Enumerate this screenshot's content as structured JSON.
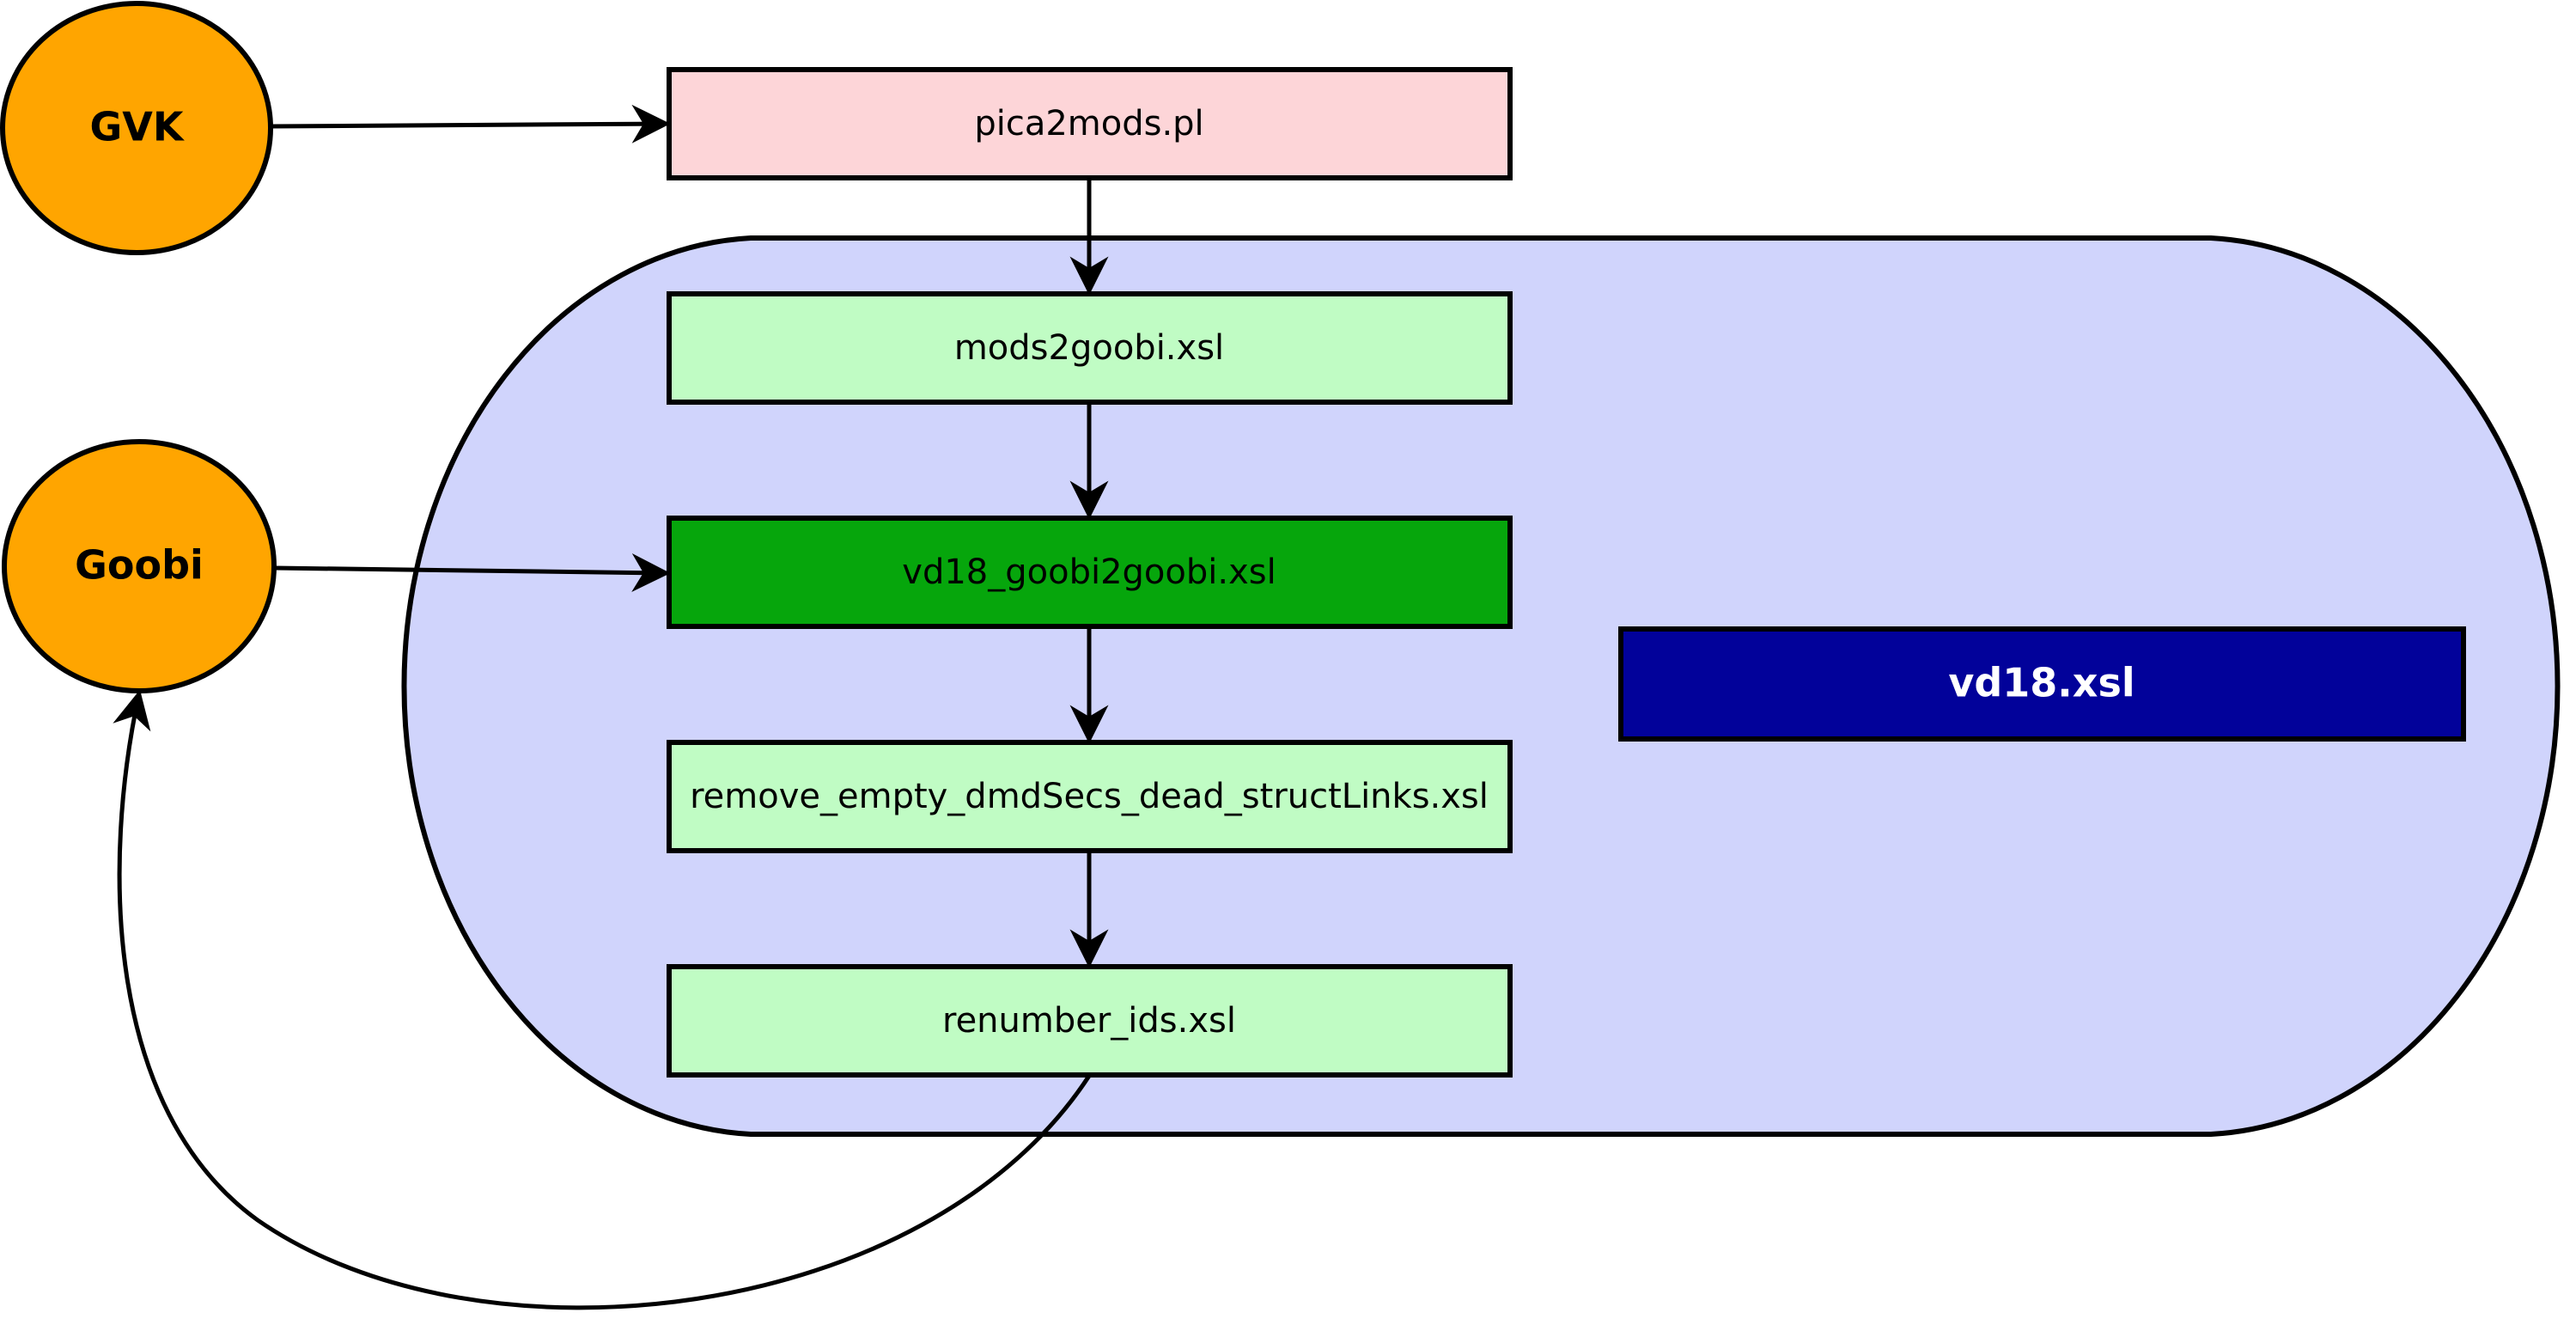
{
  "colors": {
    "container_fill": "#d0d4fc",
    "source_fill": "#ffa500",
    "perl_fill": "#fdd5d8",
    "light_step_fill": "#c0fcc4",
    "dark_step_fill": "#06a60c",
    "main_xsl_fill": "#02029a",
    "main_xsl_text": "#ffffff",
    "stroke": "#000000"
  },
  "sources": {
    "gvk": {
      "label": "GVK"
    },
    "goobi": {
      "label": "Goobi"
    }
  },
  "perl_script": {
    "label": "pica2mods.pl"
  },
  "pipeline": {
    "steps": [
      {
        "label": "mods2goobi.xsl",
        "style": "light"
      },
      {
        "label": "vd18_goobi2goobi.xsl",
        "style": "dark"
      },
      {
        "label": "remove_empty_dmdSecs_dead_structLinks.xsl",
        "style": "light"
      },
      {
        "label": "renumber_ids.xsl",
        "style": "light"
      }
    ]
  },
  "main_xsl": {
    "label": "vd18.xsl"
  },
  "edges": [
    {
      "from": "GVK",
      "to": "pica2mods.pl"
    },
    {
      "from": "pica2mods.pl",
      "to": "mods2goobi.xsl"
    },
    {
      "from": "Goobi",
      "to": "vd18_goobi2goobi.xsl"
    },
    {
      "from": "mods2goobi.xsl",
      "to": "vd18_goobi2goobi.xsl"
    },
    {
      "from": "vd18_goobi2goobi.xsl",
      "to": "remove_empty_dmdSecs_dead_structLinks.xsl"
    },
    {
      "from": "remove_empty_dmdSecs_dead_structLinks.xsl",
      "to": "renumber_ids.xsl"
    },
    {
      "from": "renumber_ids.xsl",
      "to": "Goobi"
    }
  ]
}
